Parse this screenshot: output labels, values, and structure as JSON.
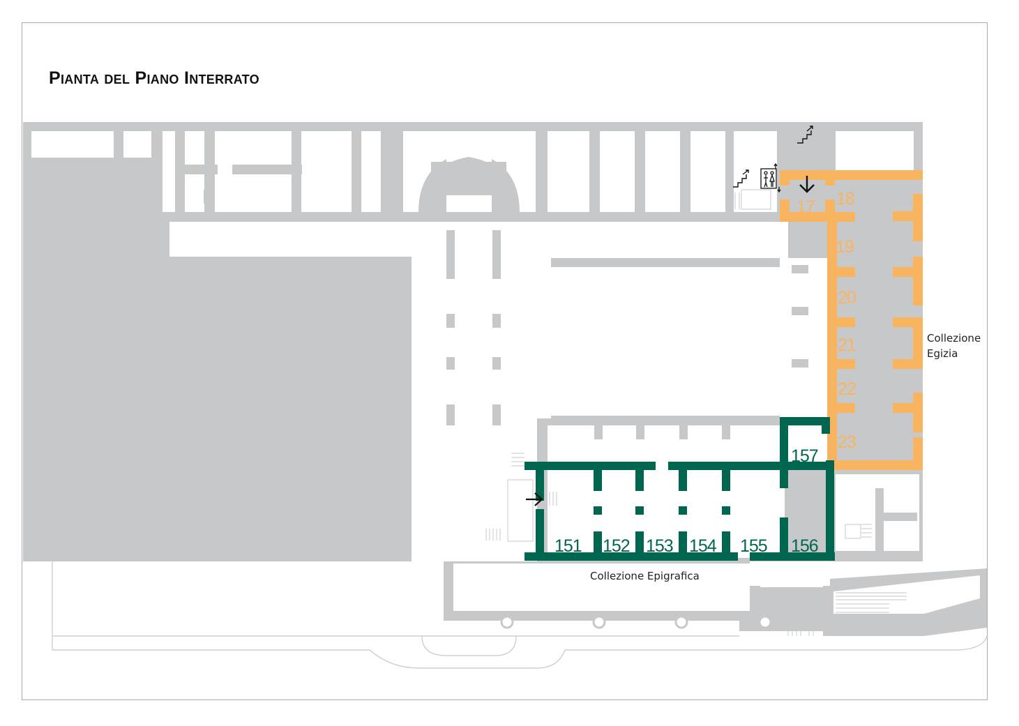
{
  "title": "Pianta del Piano Interrato",
  "colors": {
    "wall": "#c7c8ca",
    "floor": "#ffffff",
    "egyptian": "#f9b45f",
    "epigraphic": "#006650",
    "text": "#222222",
    "frame": "#a7a9ac"
  },
  "collections": [
    {
      "label_lines": [
        "Collezione",
        "Egizia"
      ],
      "color": "#f9b45f",
      "rooms": [
        "17",
        "18",
        "19",
        "20",
        "21",
        "22",
        "23"
      ]
    },
    {
      "label_lines": [
        "Collezione Epigrafica"
      ],
      "color": "#006650",
      "rooms": [
        "151",
        "152",
        "153",
        "154",
        "155",
        "156",
        "157"
      ]
    }
  ],
  "icons": [
    "stairs-up-icon",
    "elevator-icon",
    "entrance-arrow-down-icon",
    "entrance-arrow-right-icon"
  ]
}
